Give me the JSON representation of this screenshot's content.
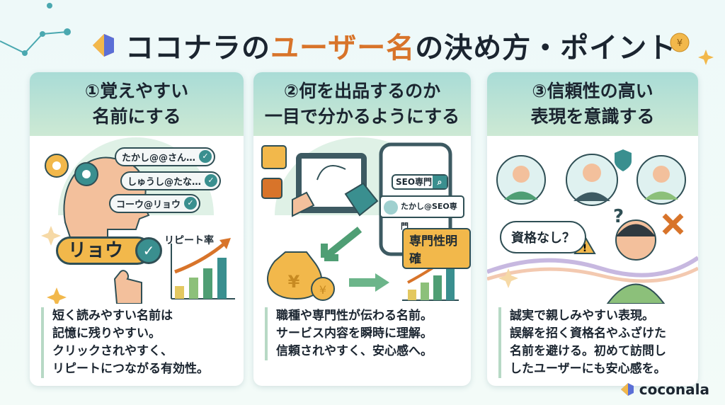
{
  "title": {
    "part1": "ココナラの",
    "accent": "ユーザー名",
    "part2": "の決め方・ポイント"
  },
  "cards": [
    {
      "heading": [
        "①覚えやすい",
        "名前にする"
      ],
      "bubbles": [
        "たかし@@さん…",
        "しゅうし@たな…",
        "コーウ@リョウ"
      ],
      "name_button": "リョウ",
      "chart_label": "リピート率",
      "body": [
        "短く読みやすい名前は",
        "記憶に残りやすい。",
        "クリックされやすく、",
        "リピートにつながる有効性。"
      ]
    },
    {
      "heading": [
        "②何を出品するのか",
        "一目で分かるようにする"
      ],
      "search_text": "SEO専門",
      "profile_name": "たかし@SEO専門",
      "tag": "専門性明確",
      "body": [
        "職種や専門性が伝わる名前。",
        "サービス内容を瞬時に理解。",
        "信頼されやすく、安心感へ。"
      ]
    },
    {
      "heading": [
        "③信頼性の高い",
        "表現を意識する"
      ],
      "thought": "資格なし？",
      "body": [
        "誠実で親しみやすい表現。",
        "誤解を招く資格名やふざけた",
        "名前を避ける。初めて訪問し",
        "したユーザーにも安心感を。"
      ]
    }
  ],
  "logo": "coconala",
  "colors": {
    "accent": "#d8742a",
    "teal": "#3a8f8f",
    "header": "#a9dcd6",
    "gold": "#f2b84b"
  }
}
